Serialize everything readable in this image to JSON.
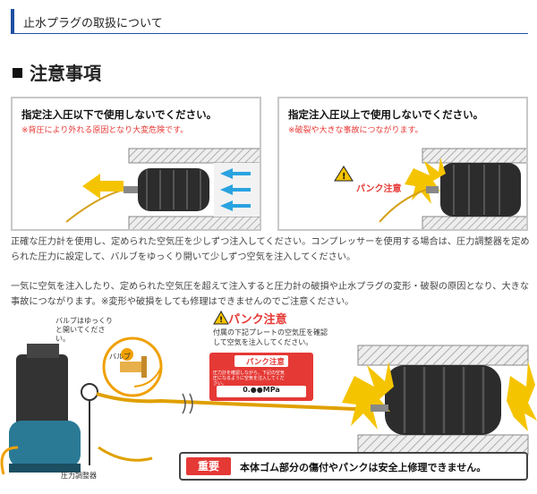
{
  "header": {
    "title": "止水プラグの取扱について"
  },
  "section": {
    "title": "注意事項"
  },
  "panels": [
    {
      "title": "指定注入圧以下で使用しないでください。",
      "subtitle": "※背圧により外れる原因となり大変危険です。"
    },
    {
      "title": "指定注入圧以上で使用しないでください。",
      "subtitle": "※破裂や大きな事故につながります。",
      "alert": "パンク注意"
    }
  ],
  "paragraphs": [
    "正確な圧力計を使用し、定められた空気圧を少しずつ注入してください。コンプレッサーを使用する場合は、圧力調整器を定められた圧力に設定して、バルブをゆっくり開いて少しずつ空気を注入してください。",
    "一気に空気を注入したり、定められた空気圧を超えて注入すると圧力計の破損や止水プラグの変形・破裂の原因となり、大きな事故につながります。※変形や破損をしても修理はできませんのでご注意ください。"
  ],
  "illustration": {
    "valve_note": "バルブはゆっくりと開いてください。",
    "valve_label": "バルブ",
    "regulator_label": "圧力調整器",
    "warning_title": "パンク注意",
    "warning_desc": "付属の下記プレートの空気圧を確認して空気を注入してください。",
    "plate_title": "パンク注意",
    "plate_line1": "圧力計を確認しながら、下記の空気",
    "plate_line2": "圧になるように空気を注入してくだ",
    "plate_line3": "さい。",
    "plate_value": "0.●●MPa"
  },
  "important": {
    "tag": "重要",
    "message": "本体ゴム部分の傷付やパンクは安全上修理できません。"
  },
  "colors": {
    "accent": "#1f4fa3",
    "danger": "#e53935",
    "arrow": "#f5c400",
    "hatch": "#9a9a9a"
  }
}
